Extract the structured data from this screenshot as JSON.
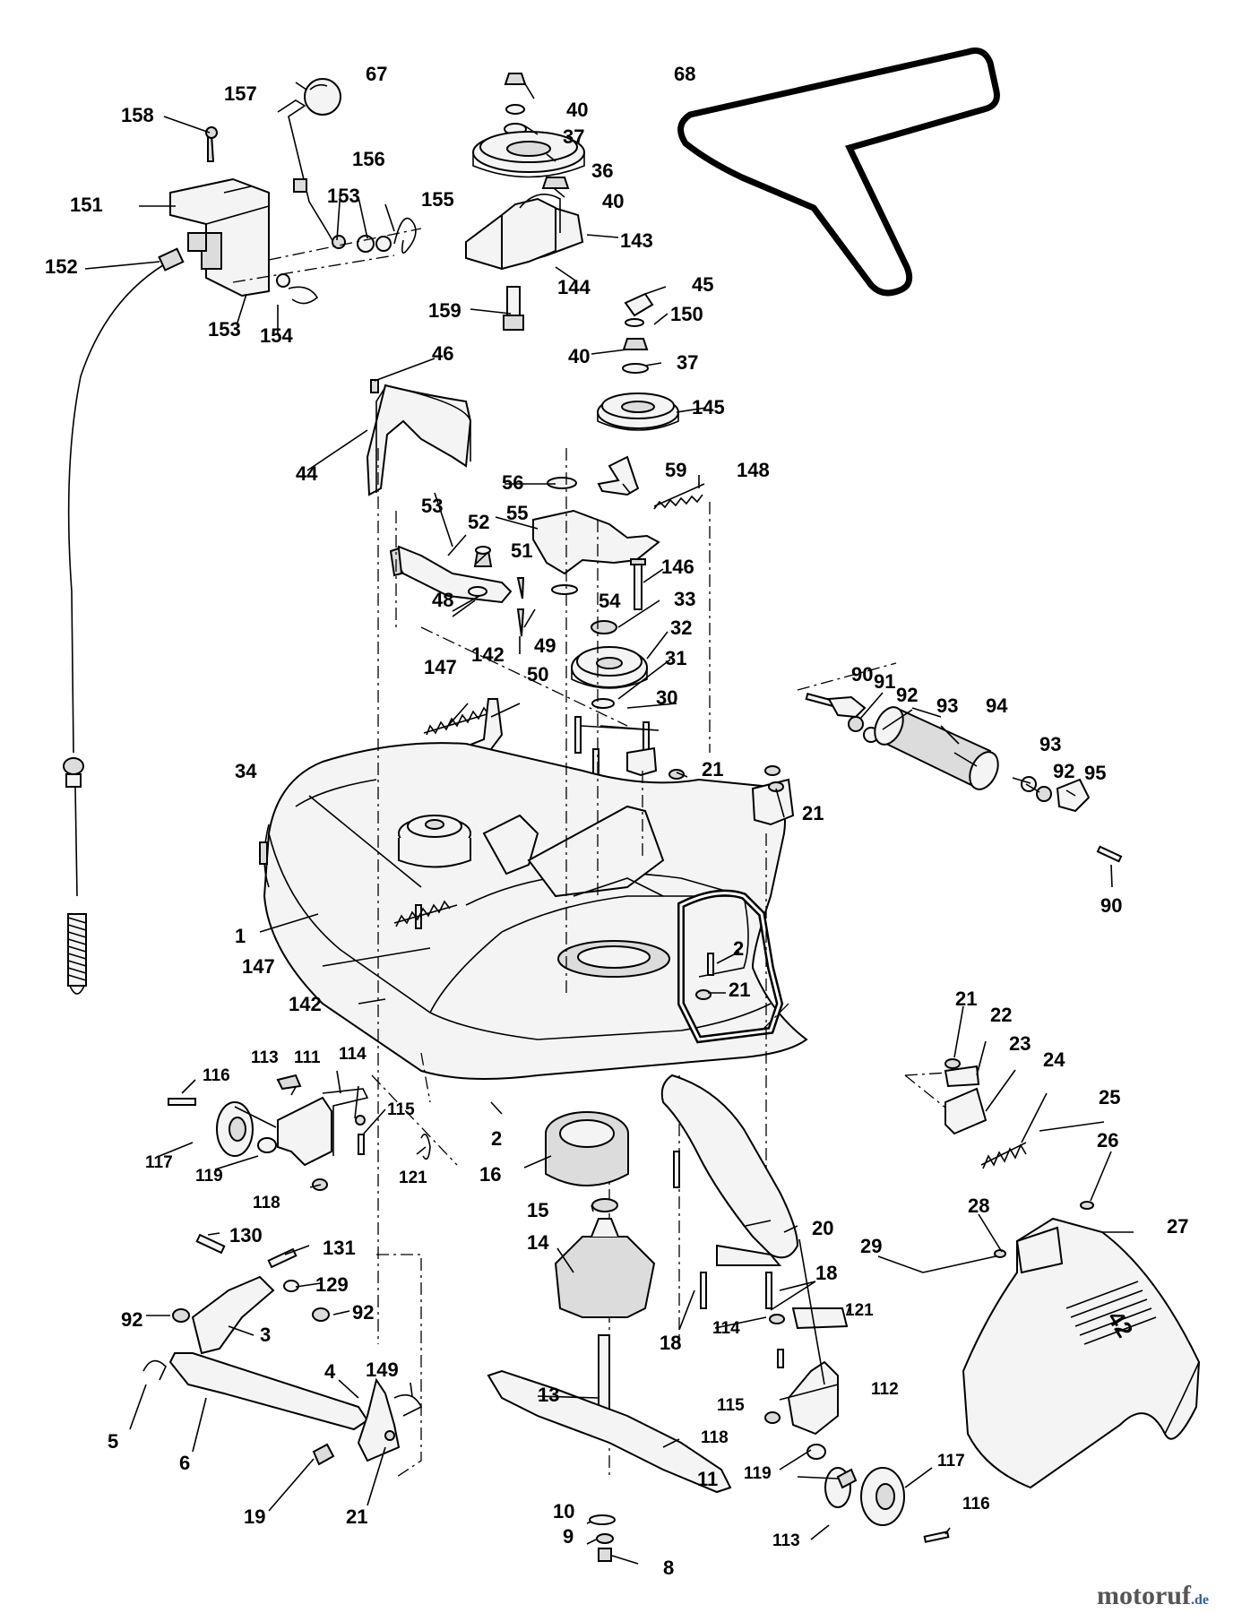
{
  "watermark": {
    "brand": "motoruf",
    "suffix": ".de"
  },
  "deck_emblem": "42",
  "colors": {
    "ink": "#000000",
    "paper": "#ffffff",
    "brand_main": "#555555",
    "brand_accent": "#b3262d",
    "brand_blue": "#2a5ea8"
  },
  "labels": {
    "l1": "1",
    "l2a": "2",
    "l2b": "2",
    "l3": "3",
    "l4": "4",
    "l5": "5",
    "l6": "6",
    "l8": "8",
    "l9": "9",
    "l10": "10",
    "l11": "11",
    "l13": "13",
    "l14": "14",
    "l15": "15",
    "l16": "16",
    "l18a": "18",
    "l18b": "18",
    "l19": "19",
    "l20": "20",
    "l21a": "21",
    "l21b": "21",
    "l21c": "21",
    "l21d": "21",
    "l21e": "21",
    "l22": "22",
    "l23": "23",
    "l24": "24",
    "l25": "25",
    "l26": "26",
    "l27": "27",
    "l28": "28",
    "l29": "29",
    "l30": "30",
    "l31": "31",
    "l32": "32",
    "l33": "33",
    "l34": "34",
    "l36": "36",
    "l37a": "37",
    "l37b": "37",
    "l40a": "40",
    "l40b": "40",
    "l40c": "40",
    "l44": "44",
    "l45": "45",
    "l46": "46",
    "l48": "48",
    "l49": "49",
    "l50": "50",
    "l51": "51",
    "l52": "52",
    "l53": "53",
    "l54": "54",
    "l55": "55",
    "l56": "56",
    "l59": "59",
    "l67": "67",
    "l68": "68",
    "l90a": "90",
    "l90b": "90",
    "l91": "91",
    "l92a": "92",
    "l92b": "92",
    "l92c": "92",
    "l92d": "92",
    "l93a": "93",
    "l93b": "93",
    "l94": "94",
    "l95": "95",
    "l111": "111",
    "l112": "112",
    "l113a": "113",
    "l113b": "113",
    "l114a": "114",
    "l114b": "114",
    "l115a": "115",
    "l115b": "115",
    "l116a": "116",
    "l116b": "116",
    "l117a": "117",
    "l117b": "117",
    "l118a": "118",
    "l118b": "118",
    "l119a": "119",
    "l119b": "119",
    "l121a": "121",
    "l121b": "121",
    "l129": "129",
    "l130": "130",
    "l131": "131",
    "l142a": "142",
    "l142b": "142",
    "l143": "143",
    "l144": "144",
    "l145": "145",
    "l146": "146",
    "l147a": "147",
    "l147b": "147",
    "l148": "148",
    "l149": "149",
    "l150": "150",
    "l151": "151",
    "l152": "152",
    "l153a": "153",
    "l153b": "153",
    "l154": "154",
    "l155": "155",
    "l156": "156",
    "l157": "157",
    "l158": "158",
    "l159": "159"
  }
}
